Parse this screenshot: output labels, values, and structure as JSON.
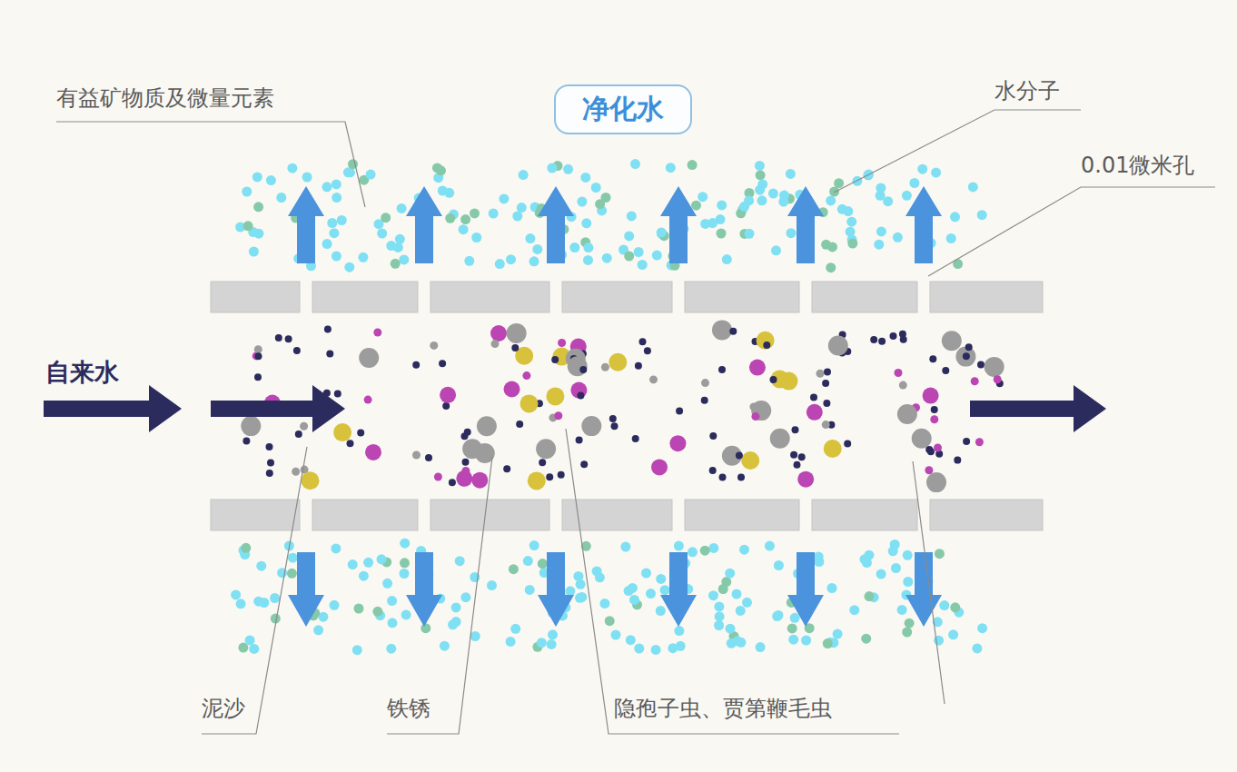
{
  "diagram": {
    "nodes": [
      {
        "text": [
          "净化水"
        ]
      }
    ],
    "labels": [
      "有益矿物质及微量元素",
      "水分子",
      "0.01微米孔",
      "自来水",
      "泥沙",
      "铁锈",
      "隐孢子虫、贾第鞭毛虫"
    ]
  }
}
